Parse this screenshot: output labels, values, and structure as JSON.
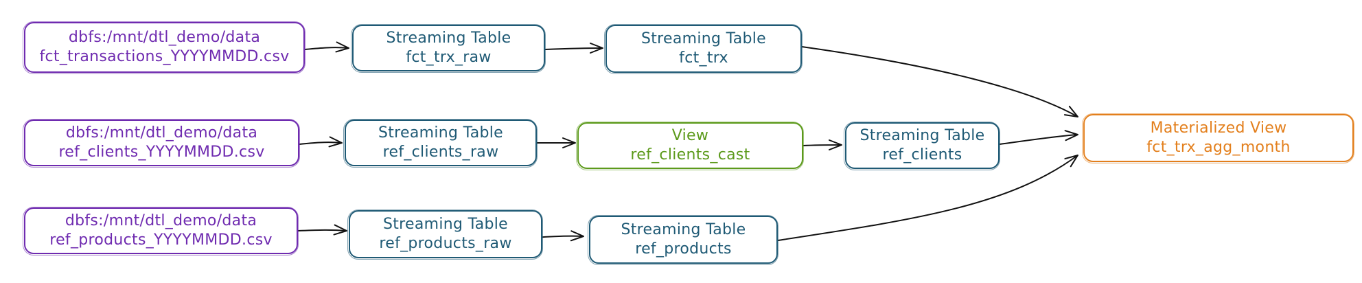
{
  "colors": {
    "source": "#6f2bb0",
    "streaming": "#1f5a75",
    "view": "#5c9a1b",
    "materialized": "#e37f1c",
    "edge": "#111111"
  },
  "nodes": {
    "src_trx": {
      "line1": "dbfs:/mnt/dtl_demo/data",
      "line2": "fct_transactions_YYYYMMDD.csv"
    },
    "st_trx_raw": {
      "line1": "Streaming Table",
      "line2": "fct_trx_raw"
    },
    "st_trx": {
      "line1": "Streaming Table",
      "line2": "fct_trx"
    },
    "src_clients": {
      "line1": "dbfs:/mnt/dtl_demo/data",
      "line2": "ref_clients_YYYYMMDD.csv"
    },
    "st_clients_raw": {
      "line1": "Streaming Table",
      "line2": "ref_clients_raw"
    },
    "view_clients": {
      "line1": "View",
      "line2": "ref_clients_cast"
    },
    "st_clients": {
      "line1": "Streaming Table",
      "line2": "ref_clients"
    },
    "src_products": {
      "line1": "dbfs:/mnt/dtl_demo/data",
      "line2": "ref_products_YYYYMMDD.csv"
    },
    "st_products_raw": {
      "line1": "Streaming Table",
      "line2": "ref_products_raw"
    },
    "st_products": {
      "line1": "Streaming Table",
      "line2": "ref_products"
    },
    "mv_trx_agg": {
      "line1": "Materialized View",
      "line2": "fct_trx_agg_month"
    }
  }
}
